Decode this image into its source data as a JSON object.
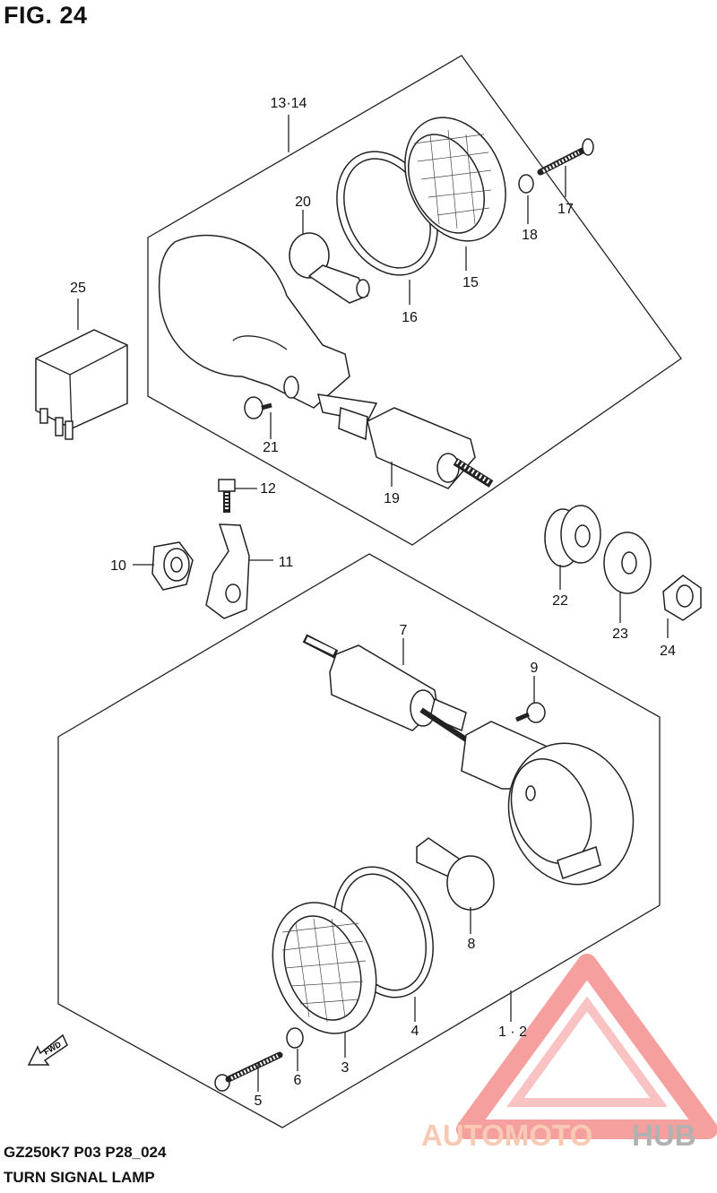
{
  "figure": {
    "title": "FIG. 24",
    "model_code": "GZ250K7 P03 P28_024",
    "caption": "TURN SIGNAL LAMP"
  },
  "callouts": {
    "c13_14": "13·14",
    "c1_2": "1 · 2",
    "c3": "3",
    "c4": "4",
    "c5": "5",
    "c6": "6",
    "c7": "7",
    "c8": "8",
    "c9": "9",
    "c10": "10",
    "c11": "11",
    "c12": "12",
    "c15": "15",
    "c16": "16",
    "c17": "17",
    "c18": "18",
    "c19": "19",
    "c20": "20",
    "c21": "21",
    "c22": "22",
    "c23": "23",
    "c24": "24",
    "c25": "25"
  },
  "direction_marker": {
    "label": "FWD",
    "icon": "forward-arrow-icon"
  },
  "watermark": {
    "text_part1": "AUTOMOTO",
    "text_part2": "HUB",
    "colors": {
      "part1": "#f6b89a",
      "part2": "#999999",
      "logo": "#f28080"
    }
  }
}
